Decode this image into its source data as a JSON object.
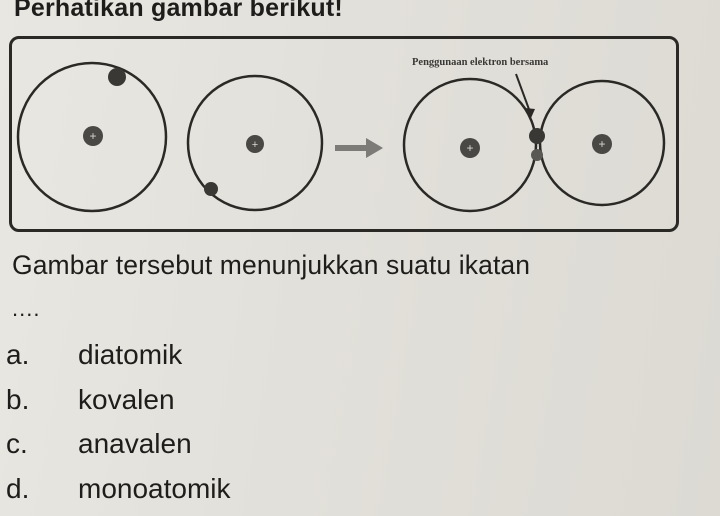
{
  "question": {
    "intro": "Perhatikan gambar berikut!",
    "figure_caption": "Penggunaan elektron bersama",
    "stem": "Gambar tersebut menunjukkan suatu ikatan",
    "blank": "....",
    "options": [
      {
        "letter": "a.",
        "text": "diatomik"
      },
      {
        "letter": "b.",
        "text": "kovalen"
      },
      {
        "letter": "c.",
        "text": "anavalen"
      },
      {
        "letter": "d.",
        "text": "monoatomik"
      }
    ]
  },
  "figure": {
    "nucleus_symbol": "+",
    "colors": {
      "line": "#2b2926",
      "nucleus": "#4a4845",
      "electron": "#3a3835",
      "arrow": "#7d7b77"
    }
  }
}
